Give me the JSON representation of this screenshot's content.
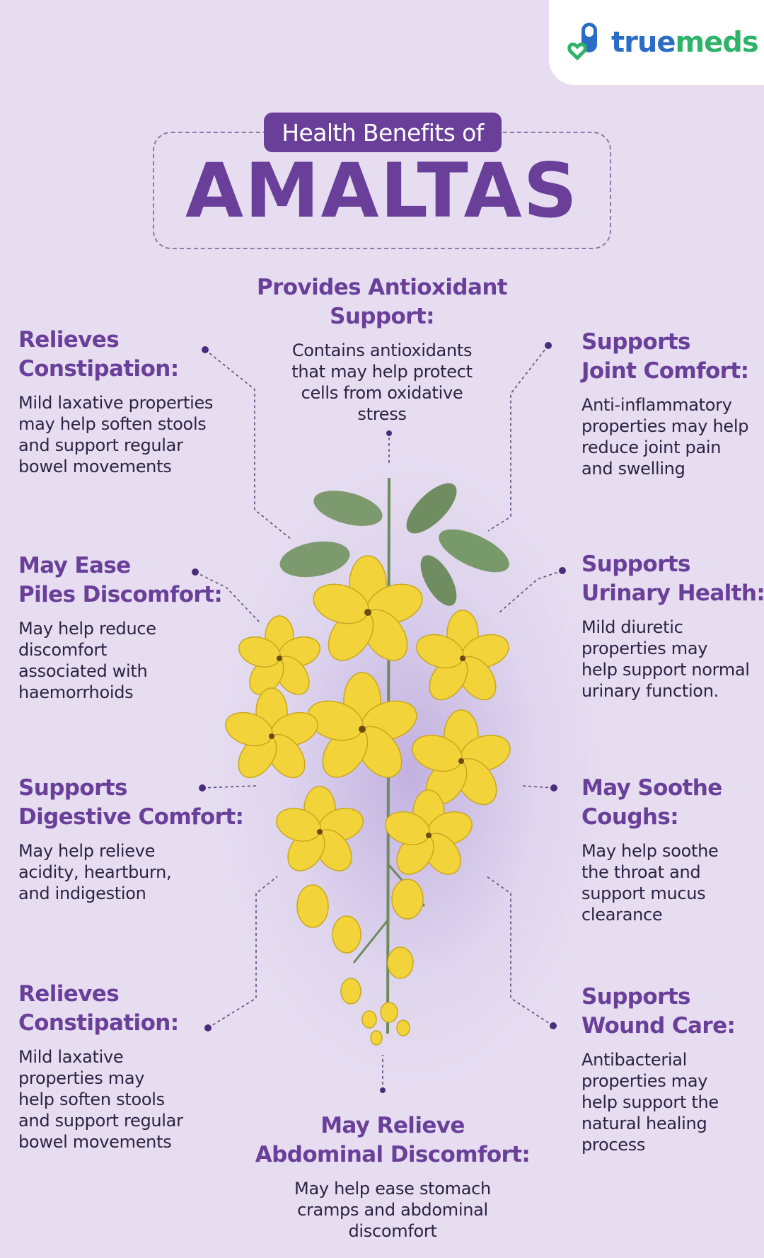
{
  "brand": {
    "part1": "true",
    "part2": "meds"
  },
  "title": {
    "kicker": "Health Benefits of",
    "main": "AMALTAS"
  },
  "benefits": [
    {
      "id": "antioxidant",
      "title": [
        "Provides Antioxidant",
        "Support:"
      ],
      "body": [
        "Contains antioxidants",
        "that may help protect",
        "cells from oxidative",
        "stress"
      ]
    },
    {
      "id": "constipation-1",
      "title": [
        "Relieves",
        "Constipation:"
      ],
      "body": [
        "Mild laxative properties",
        "may help soften stools",
        "and support regular",
        "bowel movements"
      ]
    },
    {
      "id": "joint",
      "title": [
        "Supports",
        "Joint Comfort:"
      ],
      "body": [
        "Anti-inflammatory",
        "properties may help",
        "reduce joint pain",
        "and swelling"
      ]
    },
    {
      "id": "piles",
      "title": [
        "May Ease",
        "Piles Discomfort:"
      ],
      "body": [
        "May help reduce",
        "discomfort",
        "associated with",
        "haemorrhoids"
      ]
    },
    {
      "id": "urinary",
      "title": [
        "Supports",
        "Urinary Health:"
      ],
      "body": [
        "Mild diuretic",
        "properties may",
        "help support normal",
        "urinary function."
      ]
    },
    {
      "id": "digestive",
      "title": [
        "Supports",
        "Digestive Comfort:"
      ],
      "body": [
        "May help relieve",
        "acidity, heartburn,",
        "and indigestion"
      ]
    },
    {
      "id": "coughs",
      "title": [
        "May Soothe",
        "Coughs:"
      ],
      "body": [
        "May help soothe",
        "the throat and",
        "support mucus",
        "clearance"
      ]
    },
    {
      "id": "constipation-2",
      "title": [
        "Relieves",
        "Constipation:"
      ],
      "body": [
        "Mild laxative",
        "properties may",
        "help soften stools",
        "and support regular",
        "bowel movements"
      ]
    },
    {
      "id": "wound",
      "title": [
        "Supports",
        "Wound Care:"
      ],
      "body": [
        "Antibacterial",
        "properties may",
        "help support the",
        "natural healing",
        "process"
      ]
    },
    {
      "id": "abdominal",
      "title": [
        "May Relieve",
        "Abdominal Discomfort:"
      ],
      "body": [
        "May help ease stomach",
        "cramps and abdominal",
        "discomfort"
      ]
    }
  ],
  "colors": {
    "background": "#e6def0",
    "accent": "#6a3f9a",
    "text": "#2a2344",
    "flower": "#f2d43a",
    "leaf": "#7d9a6e"
  },
  "icons": {
    "logo": "pill-heart-icon",
    "illustration": "amaltas-flower-cluster"
  }
}
